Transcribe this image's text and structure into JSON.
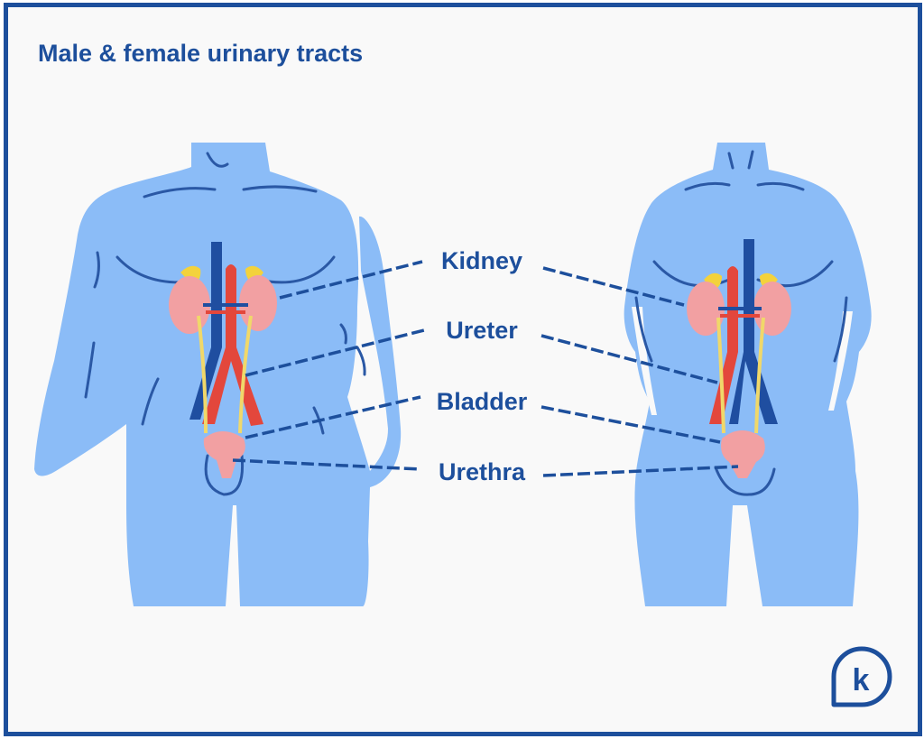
{
  "title": "Male & female urinary tracts",
  "labels": {
    "kidney": "Kidney",
    "ureter": "Ureter",
    "bladder": "Bladder",
    "urethra": "Urethra"
  },
  "logo": {
    "letter": "k",
    "icon": "brand-logo-icon"
  },
  "colors": {
    "frame": "#1d4f9c",
    "text": "#1d4f9c",
    "body": "#8bbcf7",
    "body_line": "#2a58a5",
    "kidney": "#f2a0a2",
    "artery": "#e3473c",
    "vein": "#1f4ea0",
    "ureter": "#f0d86a",
    "gland": "#f3d23c"
  }
}
